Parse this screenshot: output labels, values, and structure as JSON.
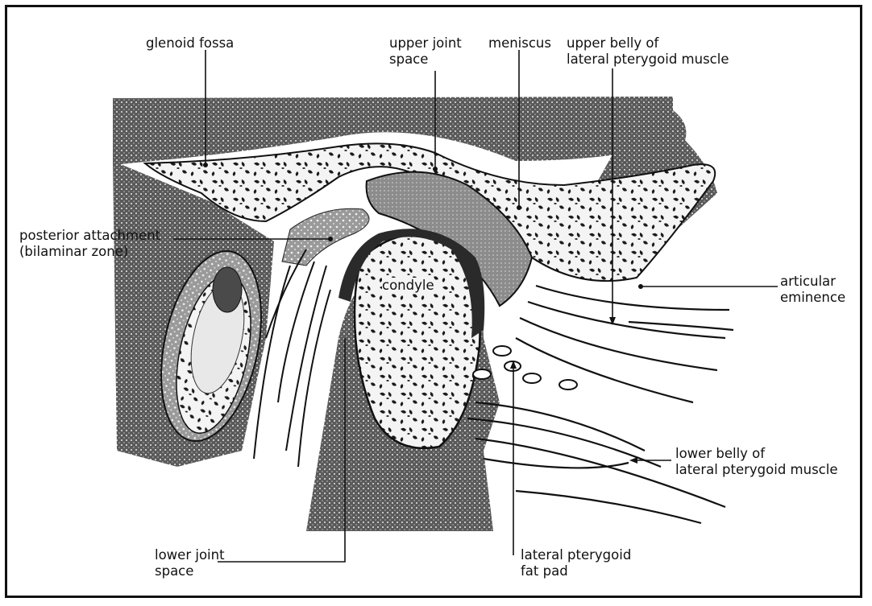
{
  "diagram": {
    "labels": {
      "glenoid_fossa": "glenoid fossa",
      "upper_joint_space": "upper joint\nspace",
      "meniscus": "meniscus",
      "upper_belly": "upper belly of\nlateral pterygoid muscle",
      "posterior_attachment": "posterior attachment\n(bilaminar zone)",
      "condyle": "condyle",
      "articular_eminence": "articular\neminence",
      "lower_belly": "lower belly of\nlateral pterygoid muscle",
      "lower_joint_space": "lower joint\nspace",
      "fat_pad": "lateral pterygoid\nfat pad"
    },
    "colors": {
      "ink": "#111111",
      "shade": "#6a6a6a",
      "dark": "#2b2b2b",
      "paper": "#ffffff"
    }
  }
}
